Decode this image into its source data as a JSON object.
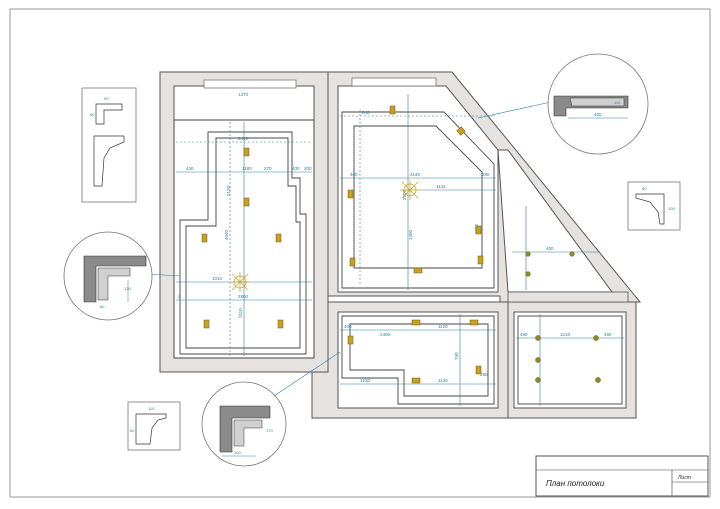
{
  "title_block": {
    "title": "План потолоки",
    "sheet_label": "Лист"
  },
  "dims": {
    "top_1470": "1470",
    "left_2": "2",
    "h_1180": "1180",
    "h_2490": "2490",
    "h_430a": "430",
    "h_430b": "430",
    "h_1010": "1010",
    "h_2800": "2800",
    "h_270": "270",
    "h_200": "200",
    "v_4040": "4040",
    "v_2110": "2110",
    "v_2120": "2120",
    "r1_2140": "2140",
    "r1_1122": "1122",
    "r1_2800": "2800",
    "r1_1400": "1400",
    "r1_1032": "1032",
    "r1_840": "840",
    "r1_400": "400",
    "r1_280": "280",
    "b1_2400": "2400",
    "b1_1120": "1120",
    "b1_1230": "1230",
    "b1_1130": "1130",
    "b1_790": "790",
    "b1_400": "400",
    "b1_280": "280",
    "c1_1210": "1210",
    "c1_490a": "490",
    "c1_490b": "490",
    "c1_400": "400"
  },
  "details": {
    "d1_a": "400",
    "d1_b": "110",
    "d2_a": "130",
    "d2_b": "80",
    "d3_a": "100",
    "d3_b": "170",
    "d4_a": "90",
    "d4_b": "60",
    "d5_a": "80",
    "d5_b": "100",
    "d6_a": "110",
    "d6_b": "60",
    "d7_a": "100",
    "d7_b": "60"
  },
  "colors": {
    "wall_fill": "#e6e2df",
    "wall_stroke": "#555555",
    "dim": "#2d7fa0",
    "lamp": "#c9a020",
    "lamp_stroke": "#6b5a10",
    "dot": "#8a8a20"
  }
}
